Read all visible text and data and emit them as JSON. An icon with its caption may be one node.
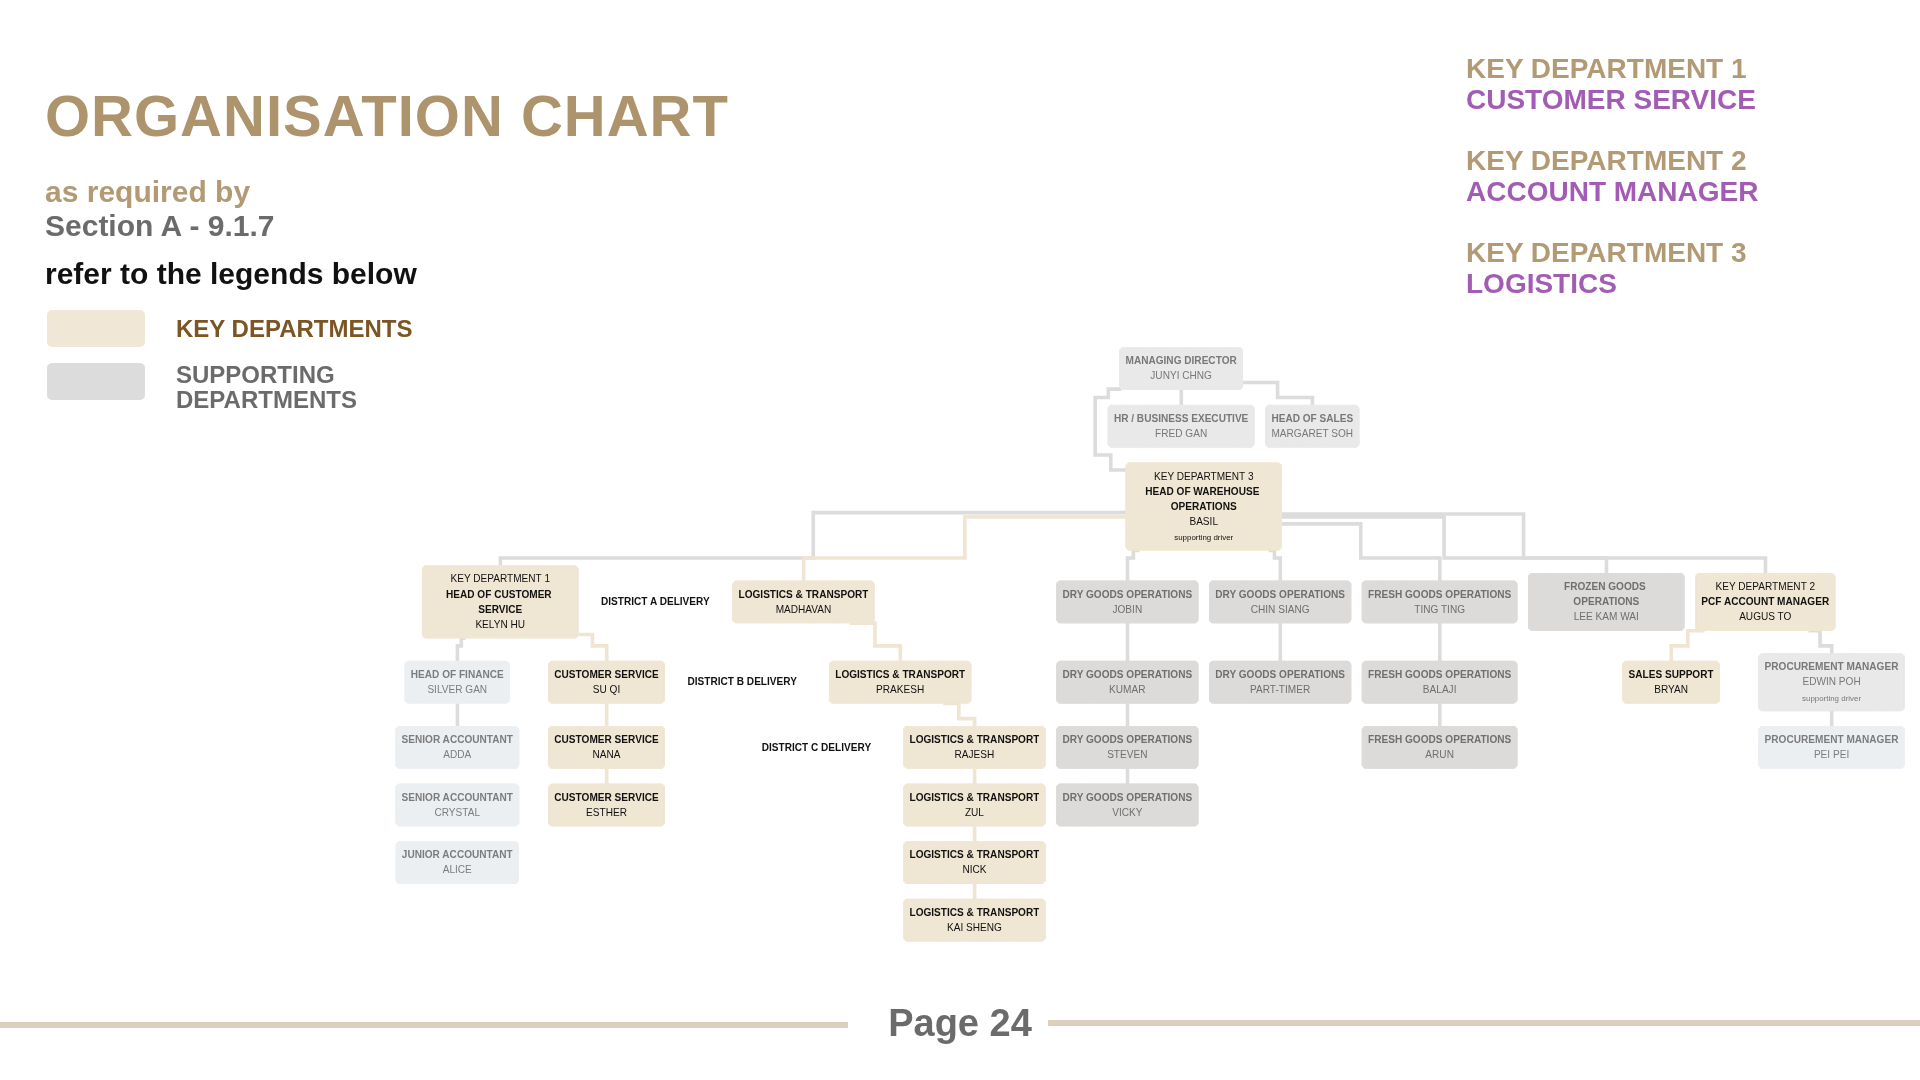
{
  "diagram": {
    "title": "ORGANISATION CHART",
    "nodes": [
      {
        "text": [
          "MANAGING DIRECTOR",
          "JUNYI CHNG"
        ]
      },
      {
        "text": [
          "HR / BUSINESS EXECUTIVE",
          "FRED GAN"
        ]
      },
      {
        "text": [
          "HEAD OF SALES",
          "MARGARET SOH"
        ]
      },
      {
        "text": [
          "HEAD OF FINANCE",
          "SILVER GAN"
        ]
      },
      {
        "text": [
          "SENIOR ACCOUNTANT",
          "ADDA"
        ]
      },
      {
        "text": [
          "SENIOR ACCOUNTANT",
          "CRYSTAL"
        ]
      },
      {
        "text": [
          "JUNIOR ACCOUNTANT",
          "ALICE"
        ]
      },
      {
        "text": [
          "KEY DEPARTMENT 1",
          "HEAD OF CUSTOMER SERVICE",
          "KELYN HU"
        ]
      },
      {
        "text": [
          "CUSTOMER SERVICE",
          "SU QI"
        ]
      },
      {
        "text": [
          "CUSTOMER SERVICE",
          "NANA"
        ]
      },
      {
        "text": [
          "CUSTOMER SERVICE",
          "ESTHER"
        ]
      },
      {
        "text": [
          "KEY DEPARTMENT 3",
          "HEAD OF WAREHOUSE OPERATIONS",
          "BASIL",
          "supporting driver"
        ]
      },
      {
        "text": [
          "LOGISTICS & TRANSPORT",
          "MADHAVAN"
        ],
        "beside": [
          "DISTRICT A DELIVERY"
        ]
      },
      {
        "text": [
          "LOGISTICS & TRANSPORT",
          "PRAKESH"
        ],
        "beside": [
          "DISTRICT B DELIVERY"
        ]
      },
      {
        "text": [
          "LOGISTICS & TRANSPORT",
          "RAJESH"
        ],
        "beside": [
          "DISTRICT C DELIVERY"
        ]
      },
      {
        "text": [
          "LOGISTICS & TRANSPORT",
          "ZUL"
        ]
      },
      {
        "text": [
          "LOGISTICS & TRANSPORT",
          "NICK"
        ]
      },
      {
        "text": [
          "LOGISTICS & TRANSPORT",
          "KAI SHENG"
        ]
      },
      {
        "text": [
          "DRY GOODS OPERATIONS",
          "JOBIN"
        ]
      },
      {
        "text": [
          "DRY GOODS OPERATIONS",
          "KUMAR"
        ]
      },
      {
        "text": [
          "DRY GOODS OPERATIONS",
          "STEVEN"
        ]
      },
      {
        "text": [
          "DRY GOODS OPERATIONS",
          "VICKY"
        ]
      },
      {
        "text": [
          "DRY GOODS OPERATIONS",
          "CHIN SIANG"
        ]
      },
      {
        "text": [
          "DRY GOODS OPERATIONS",
          "PART-TIMER"
        ]
      },
      {
        "text": [
          "FRESH GOODS OPERATIONS",
          "TING TING"
        ]
      },
      {
        "text": [
          "FRESH GOODS OPERATIONS",
          "BALAJI"
        ]
      },
      {
        "text": [
          "FRESH GOODS OPERATIONS",
          "ARUN"
        ]
      },
      {
        "text": [
          "FROZEN GOODS OPERATIONS",
          "LEE KAM WAI"
        ]
      },
      {
        "text": [
          "KEY DEPARTMENT 2",
          "PCF ACCOUNT MANAGER",
          "AUGUS TO"
        ]
      },
      {
        "text": [
          "SALES SUPPORT",
          "BRYAN"
        ]
      },
      {
        "text": [
          "PROCUREMENT MANAGER",
          "EDWIN POH",
          "supporting driver"
        ]
      },
      {
        "text": [
          "PROCUREMENT MANAGER",
          "PEI PEI"
        ]
      }
    ],
    "edges": [
      {
        "from": 0,
        "to": 1,
        "arrow": "none"
      },
      {
        "from": 0,
        "to": 2,
        "arrow": "none"
      },
      {
        "from": 0,
        "to": 11,
        "arrow": "none"
      },
      {
        "from": 11,
        "to": 7,
        "arrow": "none"
      },
      {
        "from": 7,
        "to": 3,
        "arrow": "none"
      },
      {
        "from": 11,
        "to": 28,
        "arrow": "none"
      },
      {
        "from": 28,
        "to": 30,
        "arrow": "none"
      },
      {
        "from": 3,
        "to": 4,
        "arrow": "none"
      },
      {
        "from": 7,
        "to": 8,
        "arrow": "none",
        "color": "#efe5d2"
      },
      {
        "from": 8,
        "to": 9,
        "arrow": "none",
        "color": "#efe5d2"
      },
      {
        "from": 9,
        "to": 10,
        "arrow": "none",
        "color": "#efe5d2"
      },
      {
        "from": 11,
        "to": 12,
        "arrow": "none",
        "color": "#efe5d2"
      },
      {
        "from": 12,
        "to": 13,
        "arrow": "none",
        "color": "#efe5d2"
      },
      {
        "from": 13,
        "to": 14,
        "arrow": "none",
        "color": "#efe5d2"
      },
      {
        "from": 14,
        "to": 15,
        "arrow": "none",
        "color": "#efe5d2"
      },
      {
        "from": 15,
        "to": 16,
        "arrow": "none",
        "color": "#efe5d2"
      },
      {
        "from": 16,
        "to": 17,
        "arrow": "none",
        "color": "#efe5d2"
      },
      {
        "from": 11,
        "to": 18,
        "arrow": "none"
      },
      {
        "from": 18,
        "to": 19,
        "arrow": "none"
      },
      {
        "from": 19,
        "to": 20,
        "arrow": "none"
      },
      {
        "from": 20,
        "to": 21,
        "arrow": "none"
      },
      {
        "from": 11,
        "to": 22,
        "arrow": "none"
      },
      {
        "from": 22,
        "to": 23,
        "arrow": "none"
      },
      {
        "from": 11,
        "to": 24,
        "arrow": "none"
      },
      {
        "from": 24,
        "to": 25,
        "arrow": "none"
      },
      {
        "from": 25,
        "to": 26,
        "arrow": "none"
      },
      {
        "from": 11,
        "to": 27,
        "arrow": "none"
      },
      {
        "from": 28,
        "to": 29,
        "arrow": "none",
        "color": "#efe5d2"
      },
      {
        "from": 30,
        "to": 31,
        "arrow": "none"
      }
    ],
    "labels": [
      "as required by",
      "Section A - 9.1.7",
      "refer to the legends below",
      "KEY DEPARTMENT 1",
      "CUSTOMER SERVICE",
      "KEY DEPARTMENT 2",
      "ACCOUNT MANAGER",
      "KEY DEPARTMENT 3",
      "LOGISTICS",
      "Page 24"
    ],
    "legend": [
      {
        "text": "KEY DEPARTMENTS",
        "color": "#f0e7d6"
      },
      {
        "text": "SUPPORTING DEPARTMENTS",
        "color": "#dcdcdc"
      }
    ]
  }
}
